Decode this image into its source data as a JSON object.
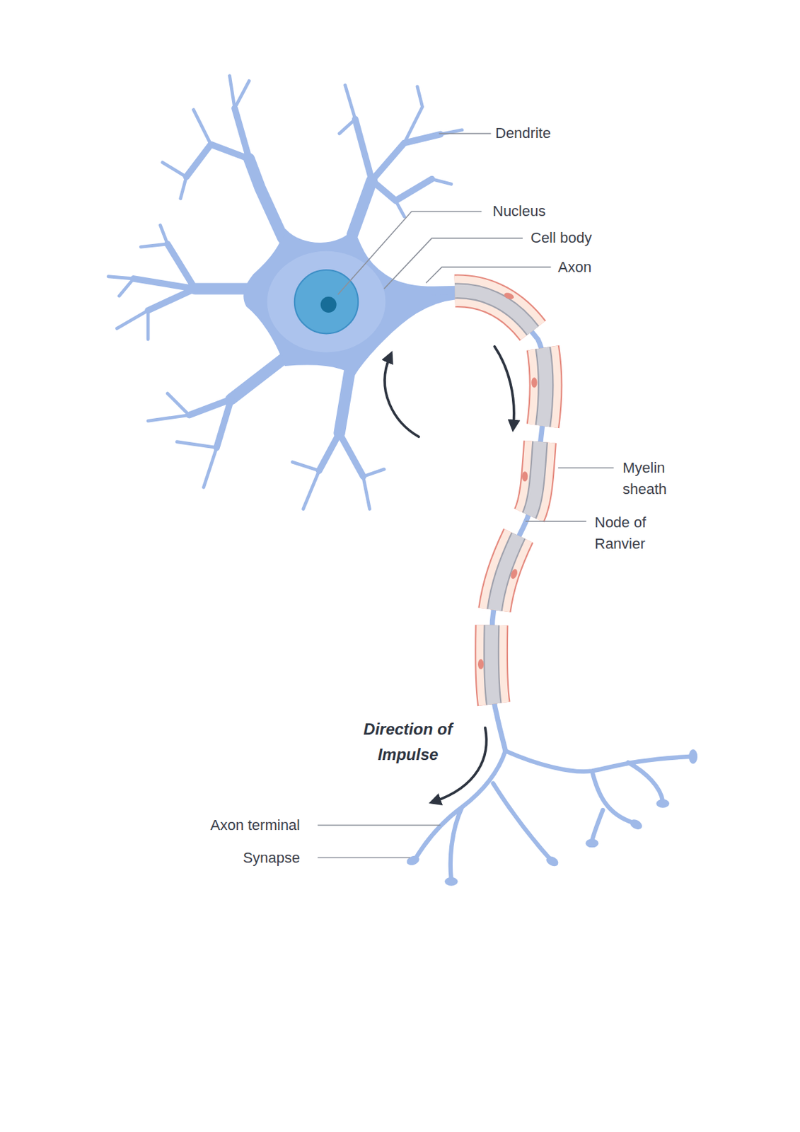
{
  "diagram": {
    "labels": [
      "Dendrite",
      "Nucleus",
      "Cell body",
      "Axon",
      "Myelin sheath",
      "Node of Ranvier",
      "Direction of Impulse",
      "Axon terminal",
      "Synapse"
    ]
  }
}
